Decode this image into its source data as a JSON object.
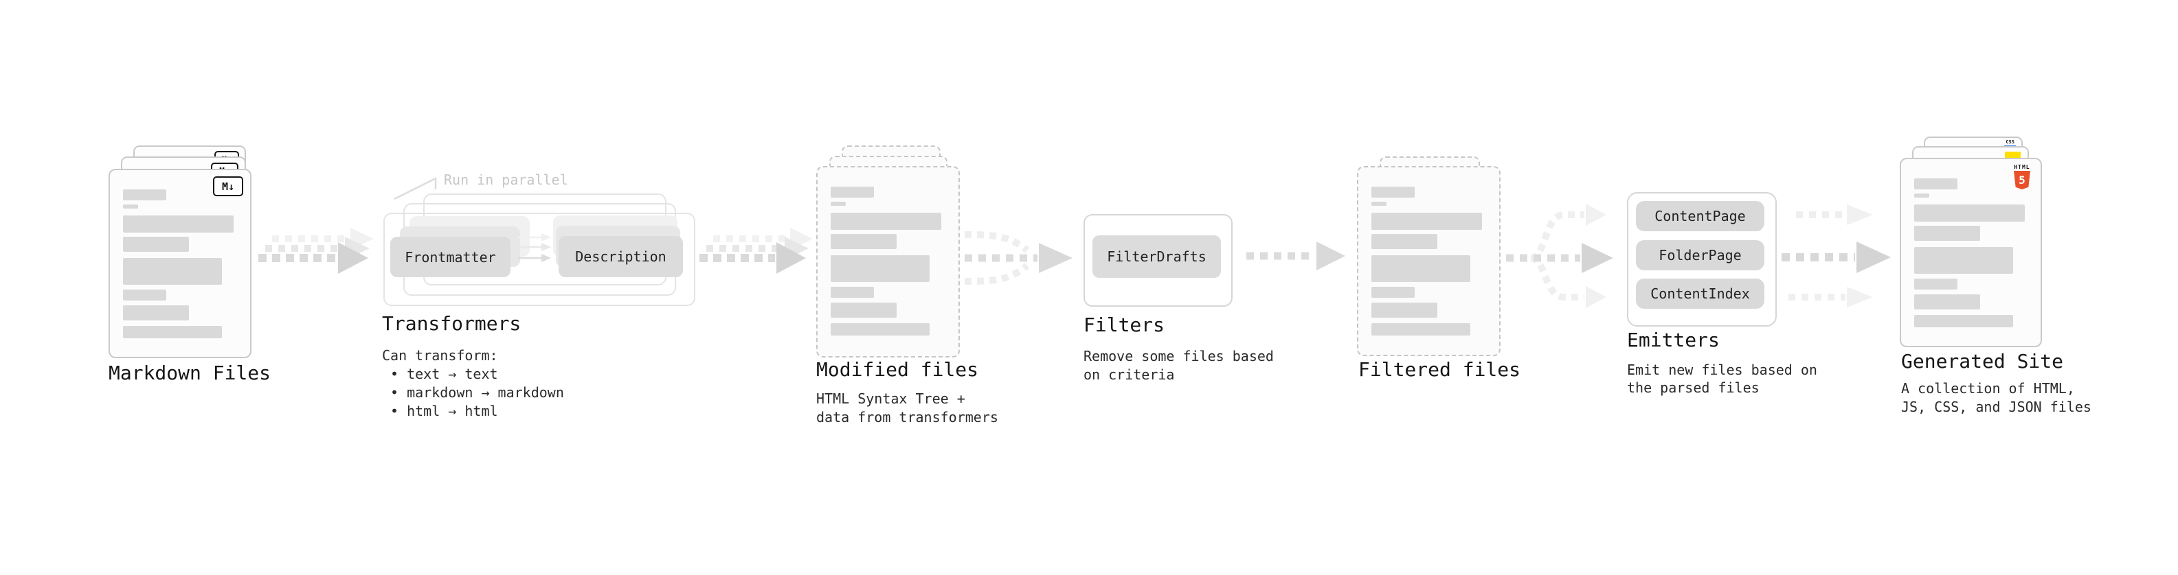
{
  "diagram": {
    "stages": {
      "markdown": {
        "title": "Markdown Files",
        "file_badge": "M↓"
      },
      "transformers": {
        "title": "Transformers",
        "annotation": "Run in parallel",
        "input_pill": "Frontmatter",
        "output_pill": "Description",
        "note_lines": [
          "Can transform:",
          "• text → text",
          "• markdown → markdown",
          "• html → html"
        ]
      },
      "modified": {
        "title": "Modified files",
        "note_lines": [
          "HTML Syntax Tree +",
          "data from transformers"
        ]
      },
      "filters": {
        "title": "Filters",
        "pill": "FilterDrafts",
        "note_lines": [
          "Remove some files based",
          "on criteria"
        ]
      },
      "filtered": {
        "title": "Filtered files"
      },
      "emitters": {
        "title": "Emitters",
        "pills": [
          "ContentPage",
          "FolderPage",
          "ContentIndex"
        ],
        "note_lines": [
          "Emit new files based on",
          "the parsed files"
        ]
      },
      "generated": {
        "title": "Generated Site",
        "note_lines": [
          "A collection of HTML,",
          "JS, CSS, and JSON files"
        ],
        "badges": {
          "css_label": "CSS",
          "html_label": "HTML",
          "html_number": "5"
        }
      }
    },
    "colors": {
      "html5_orange": "#e8502b",
      "js_yellow": "#ffdf00",
      "css_blue": "#2d6ae3"
    }
  }
}
